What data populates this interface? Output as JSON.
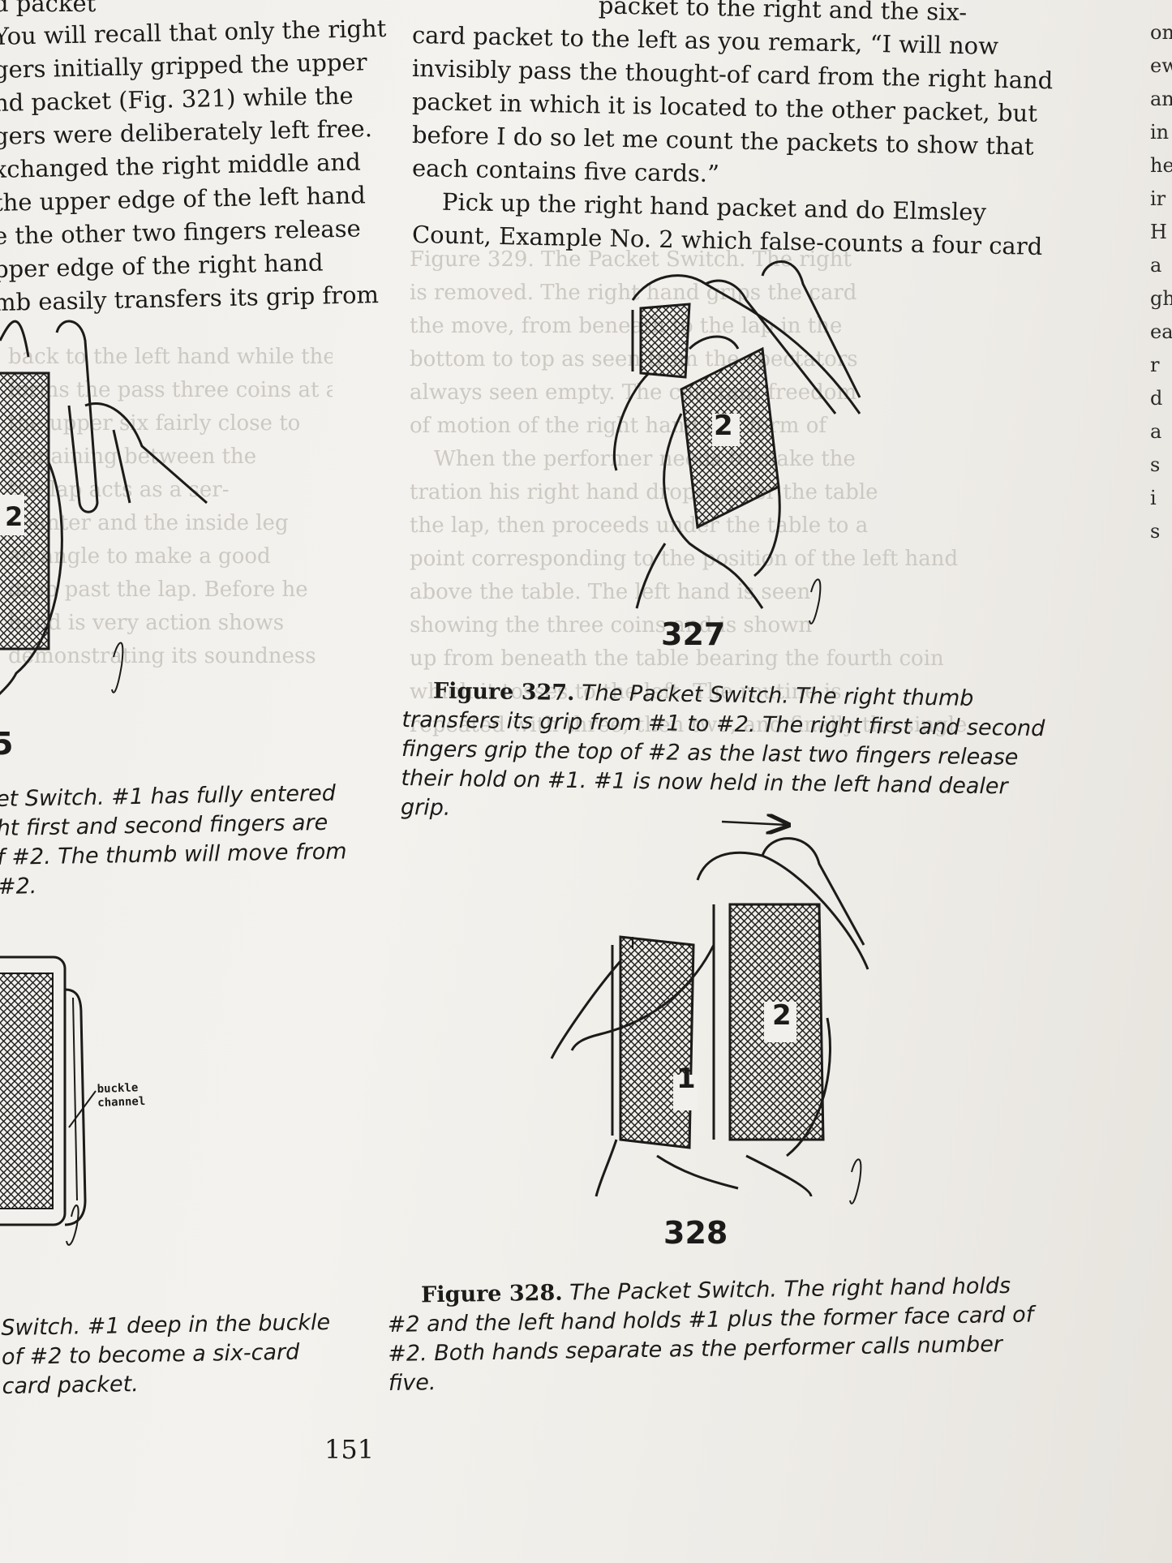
{
  "left_column": {
    "lines": [
      "d packet",
      "You will recall that only the right",
      "gers initially gripped the upper",
      "nd packet (Fig. 321) while the",
      "gers were deliberately left free.",
      "xchanged the right middle and",
      "the upper edge of the left hand",
      "e the other two fingers release",
      "pper edge of the right hand",
      "mb easily transfers its grip from"
    ],
    "figure_label": "2",
    "figure_number_fragment": "5",
    "caption_lines": [
      "et Switch. #1 has fully entered",
      "ht first and second fingers are",
      "f #2. The thumb will move from",
      "#2."
    ],
    "buckle_label_1": "buckle",
    "buckle_label_2": "channel",
    "caption2_lines": [
      "Switch. #1 deep in the buckle",
      "of #2 to become a six-card",
      "card packet."
    ]
  },
  "right_column": {
    "lines": [
      "packet to the right and the six-",
      "card packet to the left as you remark, “I will now",
      "invisibly pass the thought-of card from the right hand",
      "packet in which it is located to the other packet, but",
      "before I do so let me count the packets to show that",
      "each contains five cards.”",
      "Pick up the right hand packet and do Elmsley",
      "Count, Example No. 2 which false-counts a four card"
    ],
    "figure_327": {
      "number": "327",
      "card_label": "2",
      "caption_bold": "Figure 327.",
      "caption_lines": [
        "The Packet Switch. The right thumb",
        "transfers its grip from #1 to #2. The right first and second",
        "fingers grip the top of #2 as the last two fingers release",
        "their hold on #1. #1 is now held in the left hand dealer",
        "grip."
      ]
    },
    "figure_328": {
      "number": "328",
      "card_label_1": "1",
      "card_label_2": "2",
      "caption_bold": "Figure 328.",
      "caption_lines": [
        "The Packet Switch. The right hand holds",
        "#2 and the left hand holds #1 plus the former face card of",
        "#2. Both hands separate as the performer calls number",
        "five."
      ]
    }
  },
  "page_number": "151",
  "colors": {
    "paper": "#f2f0ec",
    "ink": "#1c1b1a",
    "bleed": "#ccc9c3"
  }
}
